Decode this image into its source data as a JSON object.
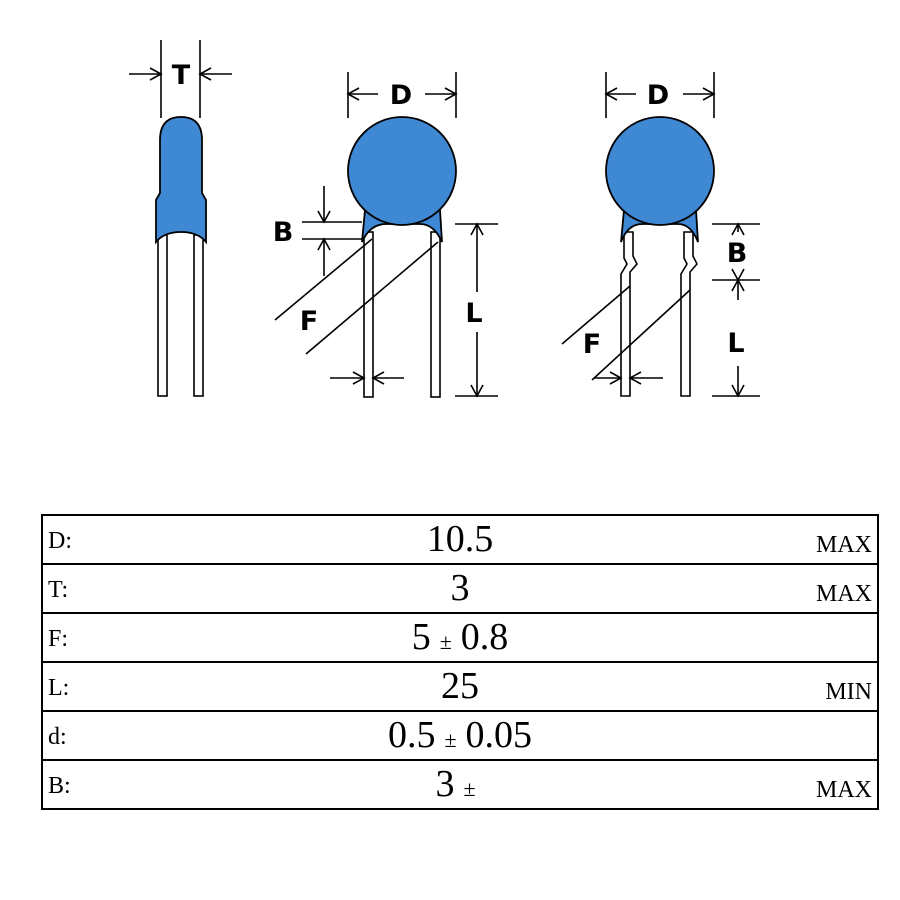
{
  "diagram": {
    "labels": {
      "T": "T",
      "D": "D",
      "B": "B",
      "F": "F",
      "L": "L"
    },
    "body_color": "#3f88d4"
  },
  "spec_table": {
    "rows": [
      {
        "param": "D:",
        "value": "10.5",
        "tolerance": "",
        "unit": "MAX"
      },
      {
        "param": "T:",
        "value": "3",
        "tolerance": "",
        "unit": "MAX"
      },
      {
        "param": "F:",
        "value": "5",
        "tolerance": "0.8",
        "unit": ""
      },
      {
        "param": "L:",
        "value": "25",
        "tolerance": "",
        "unit": "MIN"
      },
      {
        "param": "d:",
        "value": "0.5",
        "tolerance": "0.05",
        "unit": ""
      },
      {
        "param": "B:",
        "value": "3",
        "tolerance": "",
        "unit": "MAX"
      }
    ],
    "plus_minus": "±"
  }
}
